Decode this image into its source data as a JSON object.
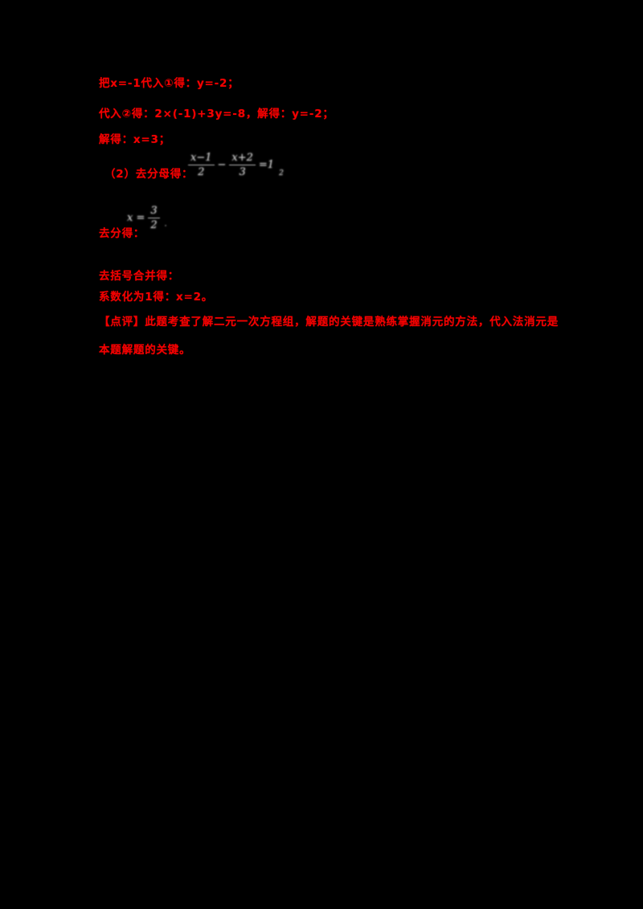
{
  "page": {
    "background": "#000000",
    "text_color": "#f40000",
    "formula_color": "#c9c9c9"
  },
  "solution": {
    "line1": "把x=-1代入①得：y=-2；",
    "line2": "代入②得：2×(-1)+3y=-8，解得：y=-2；",
    "line3": "解得：x=3；",
    "step2_label": "（2）去分母得：",
    "step3_label": "去分得：",
    "line6": "去括号合并得：",
    "line7": "系数化为1得：x=2。",
    "comment_line1": "【点评】此题考查了解二元一次方程组，解题的关键是熟练掌握消元的方法，代入法消元是",
    "comment_line2": "本题解题的关键。"
  },
  "formulas": {
    "f1": {
      "num1": "x−1",
      "den1": "2",
      "op": "−",
      "num2": "x+2",
      "den2": "3",
      "rhs": "=1",
      "sub": "2"
    },
    "f2": {
      "lhs": "x =",
      "num": "3",
      "den": "2",
      "tail": "·"
    }
  }
}
